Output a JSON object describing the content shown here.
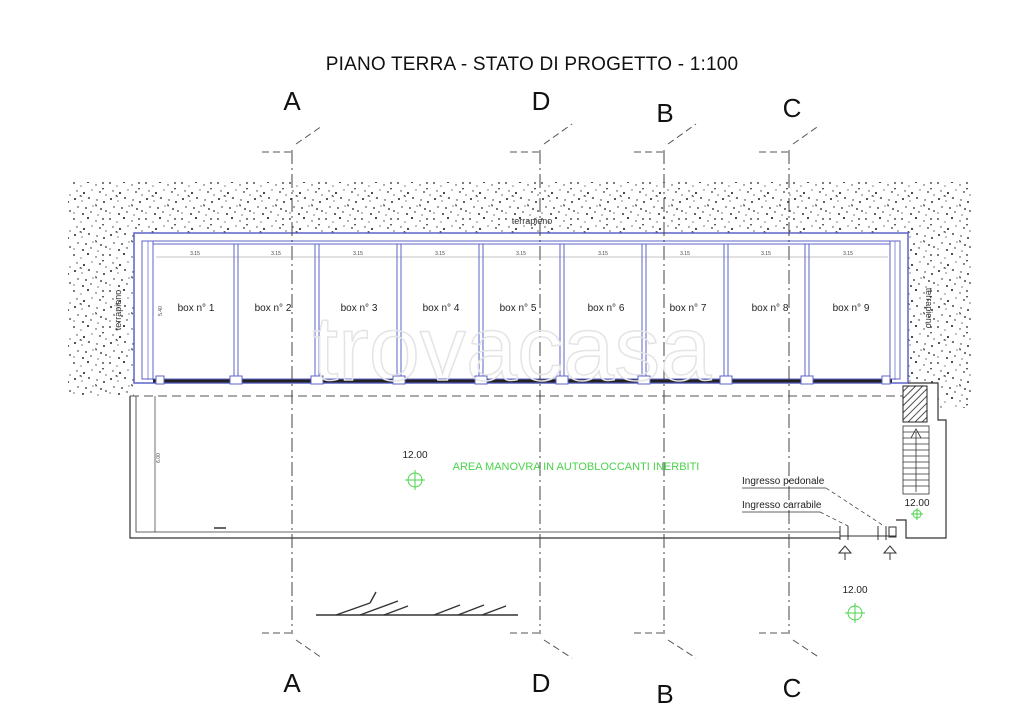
{
  "title": "PIANO TERRA - STATO DI PROGETTO - 1:100",
  "sections": [
    "A",
    "D",
    "B",
    "C"
  ],
  "terrapieno_label": "terrapieno",
  "boxes": [
    "box n° 1",
    "box n° 2",
    "box n° 3",
    "box n° 4",
    "box n° 5",
    "box n° 6",
    "box n° 7",
    "box n° 8",
    "box n° 9"
  ],
  "box_width_dim": "3.15",
  "box_depth_dim": "5.40",
  "area_depth_dim": "6.00",
  "area_label": "AREA MANOVRA IN AUTOBLOCCANTI INERBITI",
  "levels": [
    "12.00",
    "12.00",
    "12.00"
  ],
  "ingresso_pedonale": "Ingresso pedonale",
  "ingresso_carrabile": "Ingresso carrabile",
  "watermark": "trovacasa",
  "colors": {
    "walls": "#5b63c9",
    "green_annotation": "#4ad34a",
    "ink": "#111111"
  }
}
